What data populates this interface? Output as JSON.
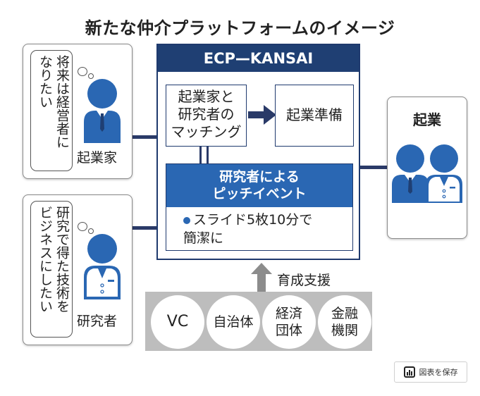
{
  "title": "新たな仲介プラットフォームのイメージ",
  "entrepreneur": {
    "thought_lines": [
      "将来は経営者に",
      "なりたい"
    ],
    "caption": "起業家",
    "icon": "businessman-icon"
  },
  "researcher": {
    "thought_lines": [
      "研究で得た技術を",
      "ビジネスにしたい"
    ],
    "caption": "研究者",
    "icon": "researcher-icon"
  },
  "platform": {
    "name": "ECP—KANSAI",
    "matching_lines": [
      "起業家と",
      "研究者の",
      "マッチング"
    ],
    "prep_label": "起業準備",
    "pitch_title_lines": [
      "研究者による",
      "ピッチイベント"
    ],
    "pitch_bullet_lines": [
      "スライド5枚10分で",
      "簡潔に"
    ]
  },
  "outcome": {
    "label": "起業",
    "icon": "businessman-and-researcher-icon"
  },
  "support": {
    "label": "育成支援",
    "supporters": [
      {
        "lines": [
          "VC"
        ]
      },
      {
        "lines": [
          "自治体"
        ]
      },
      {
        "lines": [
          "経済",
          "団体"
        ]
      },
      {
        "lines": [
          "金融",
          "機関"
        ]
      }
    ]
  },
  "save_button": {
    "label": "図表を保存",
    "icon": "chart-icon"
  },
  "colors": {
    "navy": "#1f3f73",
    "blue": "#2a67b3",
    "connector": "#2a3a68",
    "support_gray": "#bdbdbd",
    "arrow_gray": "#8c8c8c"
  }
}
